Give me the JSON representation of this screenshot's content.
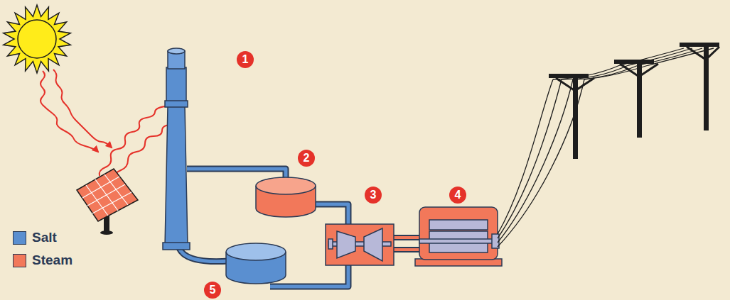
{
  "diagram": {
    "labels": [
      "1",
      "2",
      "3",
      "4",
      "5"
    ],
    "legend": [
      {
        "text": "Salt",
        "color": "#5a8fd0"
      },
      {
        "text": "Steam",
        "color": "#f2785a"
      }
    ]
  }
}
